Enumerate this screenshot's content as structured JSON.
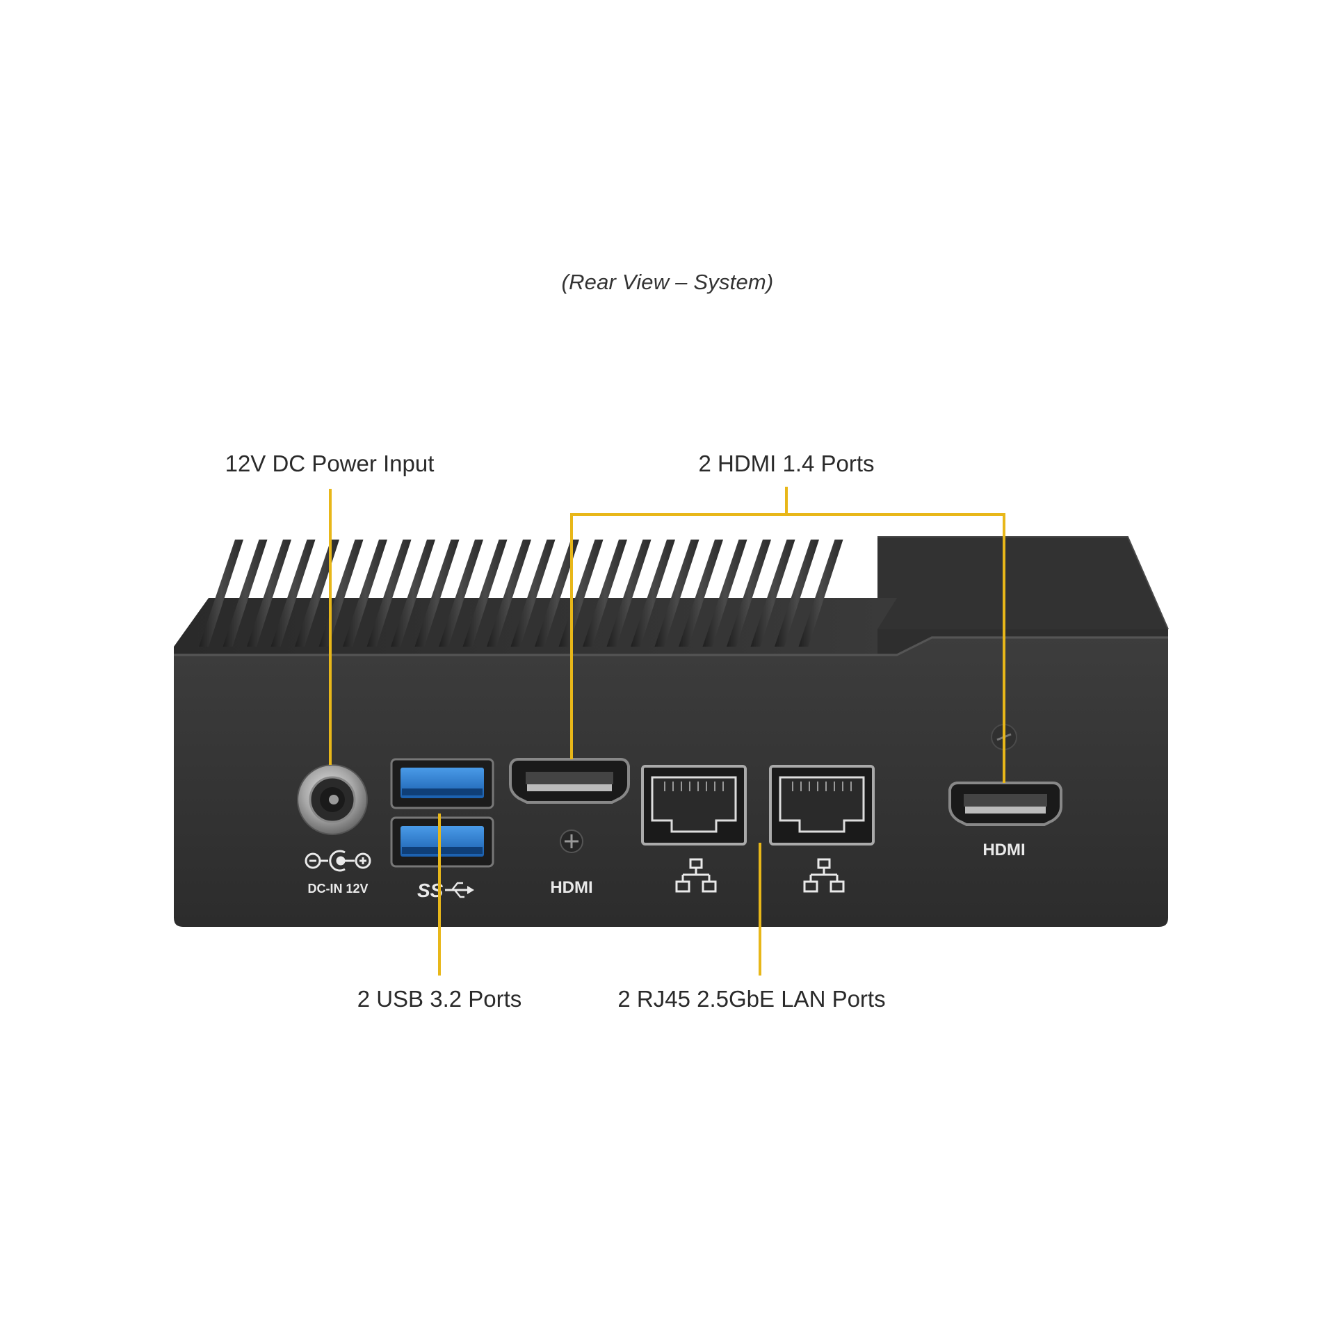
{
  "caption": "(Rear View – System)",
  "callouts": {
    "power": "12V DC Power Input",
    "hdmi": "2 HDMI 1.4 Ports",
    "usb": "2 USB 3.2 Ports",
    "lan": "2 RJ45 2.5GbE LAN Ports"
  },
  "panel_labels": {
    "dc_in": "DC-IN 12V",
    "usb_logo": "SS",
    "hdmi_left": "HDMI",
    "hdmi_right": "HDMI"
  },
  "colors": {
    "leader_line": "#E8B719",
    "chassis": "#3a3a3a",
    "chassis_dark": "#262626",
    "usb_blue": "#1e73c8"
  },
  "icons": [
    "dc-polarity-icon",
    "superspeed-usb-icon",
    "network-lan-icon"
  ]
}
